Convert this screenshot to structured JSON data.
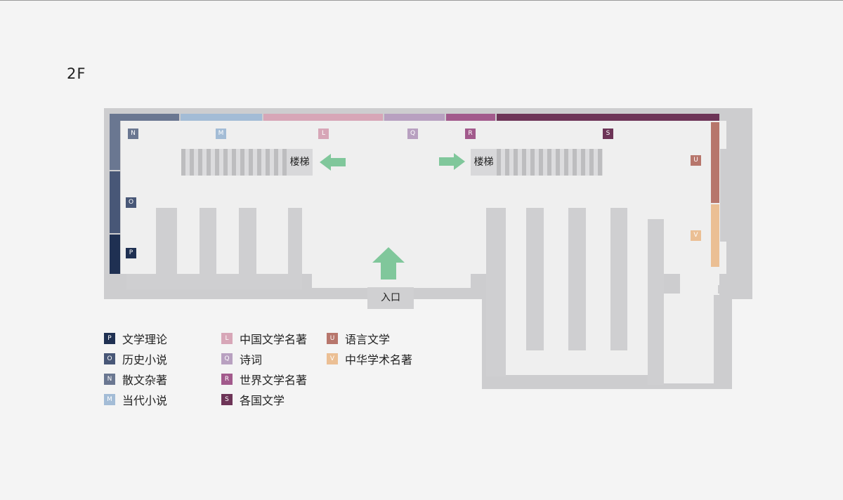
{
  "floor": "2F",
  "zones": {
    "N": {
      "code": "N",
      "name": "散文杂著",
      "color": "#6a7791"
    },
    "M": {
      "code": "M",
      "name": "当代小说",
      "color": "#a3bcd6"
    },
    "L": {
      "code": "L",
      "name": "中国文学名著",
      "color": "#d7a6b7"
    },
    "Q": {
      "code": "Q",
      "name": "诗词",
      "color": "#b8a0c0"
    },
    "R": {
      "code": "R",
      "name": "世界文学名著",
      "color": "#a25a8c"
    },
    "S": {
      "code": "S",
      "name": "各国文学",
      "color": "#6d3457"
    },
    "O": {
      "code": "O",
      "name": "历史小说",
      "color": "#485777"
    },
    "P": {
      "code": "P",
      "name": "文学理论",
      "color": "#1f3052"
    },
    "U": {
      "code": "U",
      "name": "语言文学",
      "color": "#b7766c"
    },
    "V": {
      "code": "V",
      "name": "中华学术名著",
      "color": "#ebbf94"
    }
  },
  "map": {
    "stairs_left": "楼梯",
    "stairs_right": "楼梯",
    "entrance": "入口"
  },
  "legend": {
    "col1": [
      {
        "code": "P",
        "name": "文学理论"
      },
      {
        "code": "O",
        "name": "历史小说"
      },
      {
        "code": "N",
        "name": "散文杂著"
      },
      {
        "code": "M",
        "name": "当代小说"
      }
    ],
    "col2": [
      {
        "code": "L",
        "name": "中国文学名著"
      },
      {
        "code": "Q",
        "name": "诗词"
      },
      {
        "code": "R",
        "name": "世界文学名著"
      },
      {
        "code": "S",
        "name": "各国文学"
      }
    ],
    "col3": [
      {
        "code": "U",
        "name": "语言文学"
      },
      {
        "code": "V",
        "name": "中华学术名著"
      }
    ]
  },
  "colors": {
    "arrow": "#80c79b",
    "wall": "#cdcdcf",
    "floor": "#efefef"
  }
}
